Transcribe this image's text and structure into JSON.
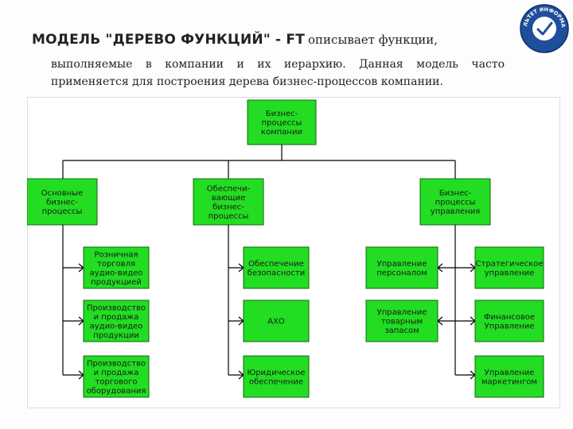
{
  "title": {
    "bold": "МОДЕЛЬ \"ДЕРЕВО ФУНКЦИЙ\" - FT",
    "rest": "описывает функции,"
  },
  "description": {
    "line1": "выполняемые в компании и их иерархию. Данная модель часто",
    "line2": "применяется для построения дерева бизнес-процессов компании."
  },
  "logo": {
    "text": "ФАКУЛЬТЕТ ИНФОРМАТИКИ"
  },
  "colors": {
    "box_fill": "#22dd22",
    "box_stroke": "#116611",
    "connector": "#000000"
  },
  "diagram": {
    "root": [
      "Бизнес-",
      "процессы",
      "компании"
    ],
    "categories": [
      [
        "Основные",
        "бизнес-",
        "процессы"
      ],
      [
        "Обеспечи-",
        "вающие",
        "бизнес-",
        "процессы"
      ],
      [
        "Бизнес-",
        "процессы",
        "управления"
      ]
    ],
    "leaves": {
      "core": [
        [
          "Розничная",
          "торговля",
          "аудио-видео",
          "продукцией"
        ],
        [
          "Производство",
          "и продажа",
          "аудио-видео",
          "продукции"
        ],
        [
          "Производство",
          "и продажа",
          "торгового",
          "оборудования"
        ]
      ],
      "support": [
        [
          "Обеспечение",
          "безопасности"
        ],
        [
          "АХО"
        ],
        [
          "Юридическое",
          "обеспечение"
        ]
      ],
      "management_left": [
        [
          "Управление",
          "персоналом"
        ],
        [
          "Управление",
          "товарным",
          "запасом"
        ]
      ],
      "management_right": [
        [
          "Стратегическое",
          "управление"
        ],
        [
          "Финансовое",
          "Управление"
        ],
        [
          "Управление",
          "маркетингом"
        ]
      ]
    }
  }
}
